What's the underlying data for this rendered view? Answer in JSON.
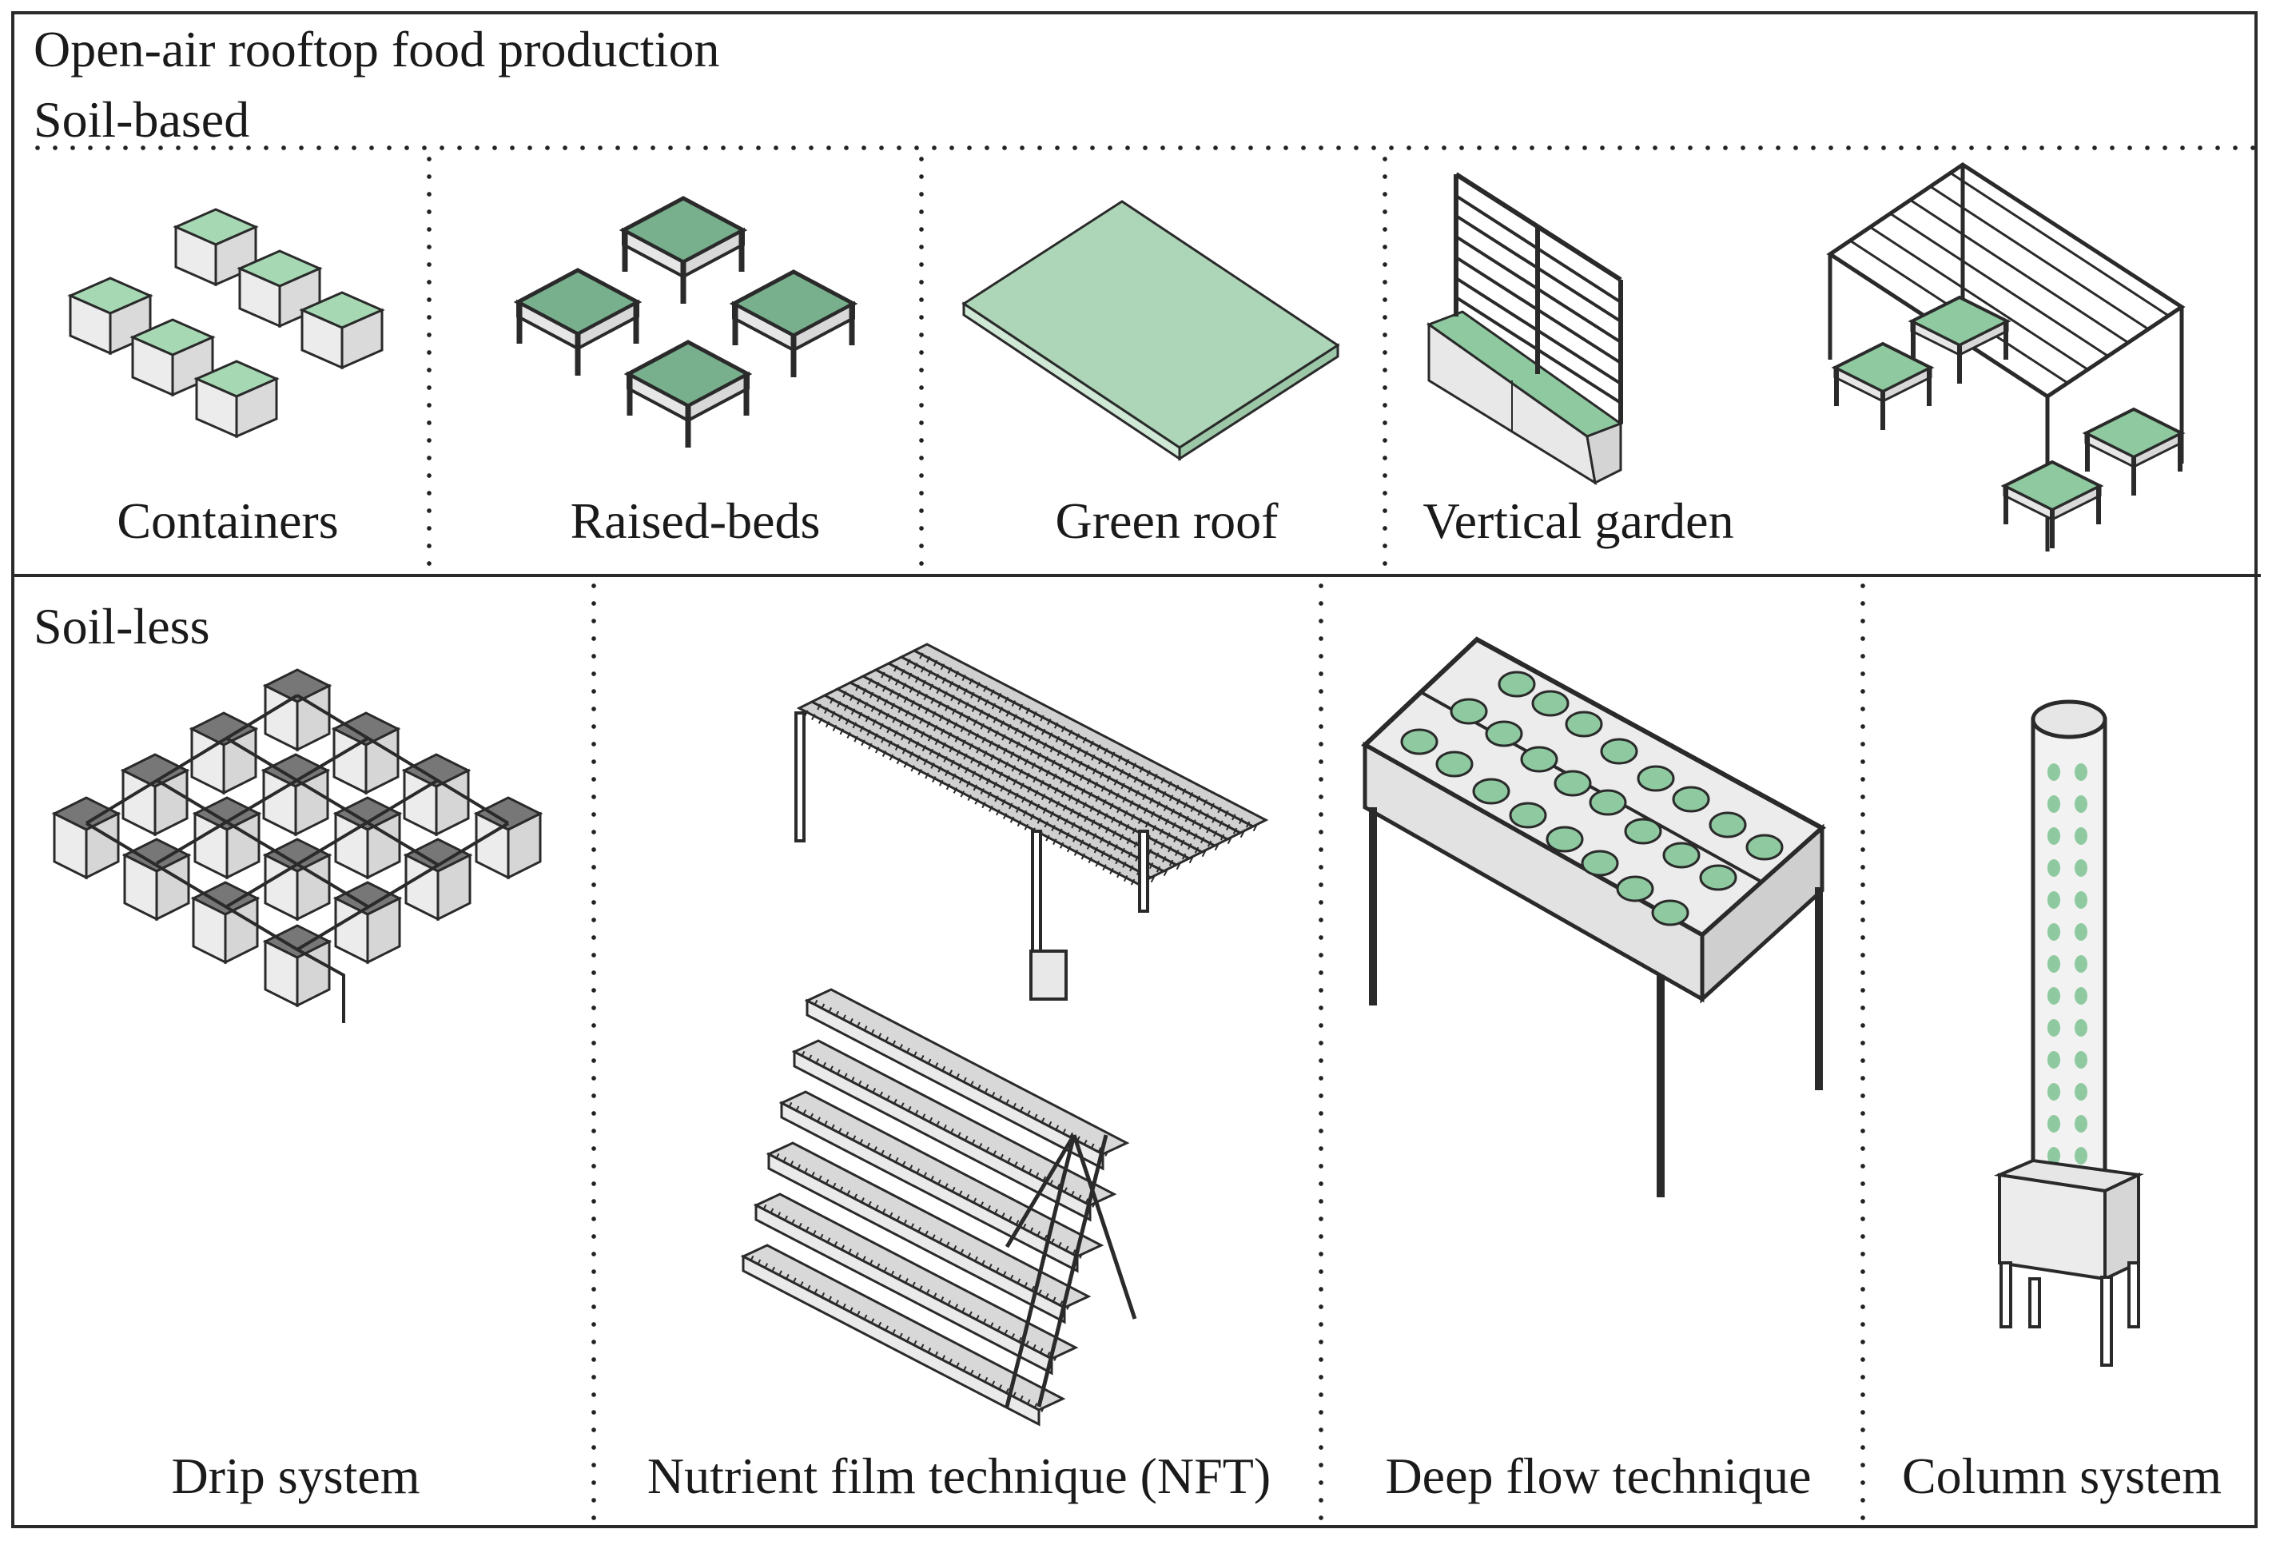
{
  "figure": {
    "title": "Open-air rooftop food production",
    "soil_based_heading": "Soil-based",
    "soil_less_heading": "Soil-less",
    "soil_based_items": [
      {
        "label": "Containers",
        "icon": "containers-icon"
      },
      {
        "label": "Raised-beds",
        "icon": "raised-beds-icon"
      },
      {
        "label": "Green roof",
        "icon": "green-roof-icon"
      },
      {
        "label": "Vertical garden",
        "icon": "vertical-garden-icon"
      }
    ],
    "soil_less_items": [
      {
        "label": "Drip system",
        "icon": "drip-system-icon"
      },
      {
        "label": "Nutrient film technique (NFT)",
        "icon": "nft-icon"
      },
      {
        "label": "Deep flow technique",
        "icon": "deep-flow-icon"
      },
      {
        "label": "Column system",
        "icon": "column-system-icon"
      }
    ],
    "colors": {
      "soil_green": "#a6d8b4",
      "soil_dark_green": "#78b08e",
      "growing_medium": "#8ec9a0",
      "box_fill": "#e6e6e6",
      "line": "#2a2a2a"
    }
  }
}
